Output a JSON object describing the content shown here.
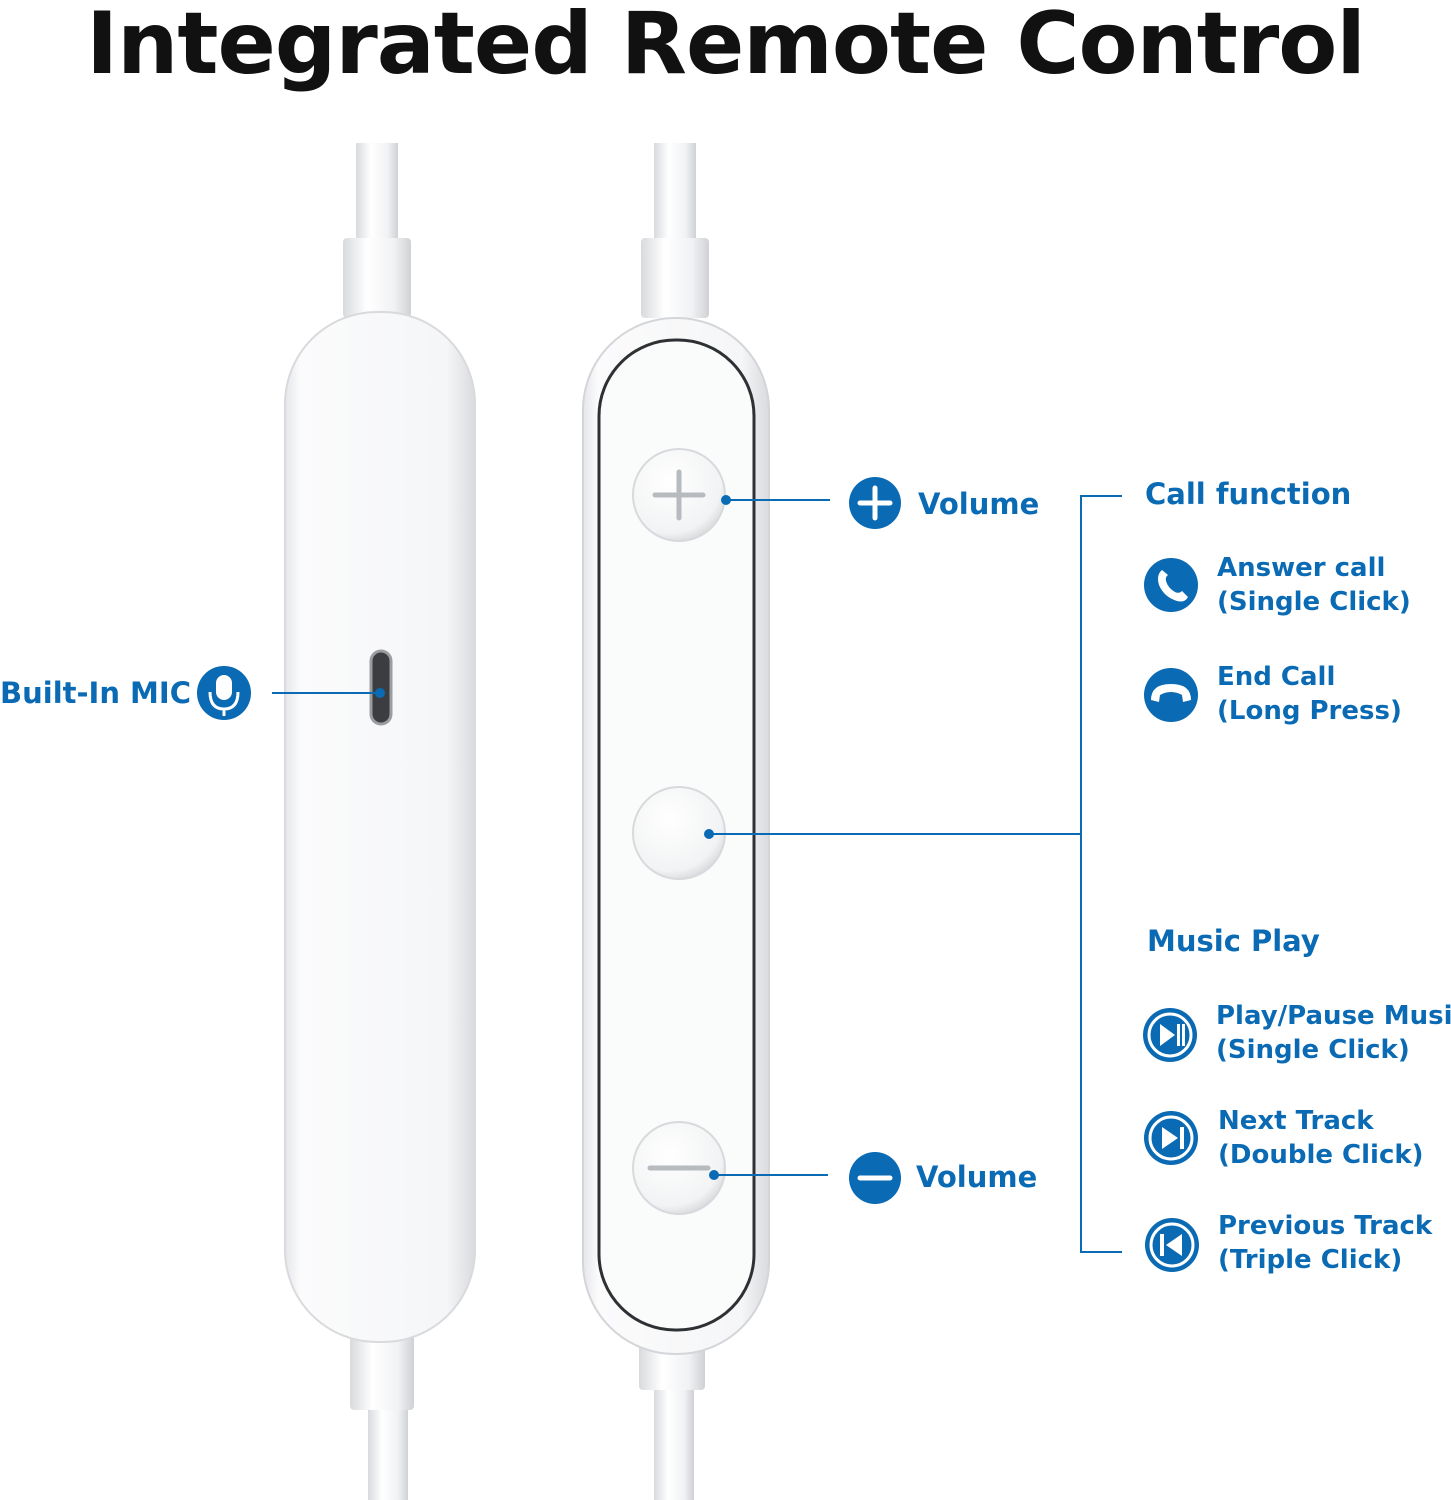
{
  "title": "Integrated Remote Control",
  "mic_label": "Built-In MIC",
  "volume_up_label": "Volume",
  "volume_down_label": "Volume",
  "call_function": {
    "heading": "Call function",
    "items": [
      {
        "icon": "phone-answer-icon",
        "line1": "Answer call",
        "line2": "(Single Click)"
      },
      {
        "icon": "phone-hangup-icon",
        "line1": "End Call",
        "line2": "(Long Press)"
      }
    ]
  },
  "music_play": {
    "heading": "Music Play",
    "items": [
      {
        "icon": "play-pause-icon",
        "line1": "Play/Pause Music",
        "line2": "(Single Click)"
      },
      {
        "icon": "next-track-icon",
        "line1": "Next Track",
        "line2": "(Double Click)"
      },
      {
        "icon": "previous-track-icon",
        "line1": "Previous Track",
        "line2": "(Triple Click)"
      }
    ]
  },
  "colors": {
    "accent": "#0a6ab3",
    "title": "#111111",
    "device": "#ffffff"
  }
}
